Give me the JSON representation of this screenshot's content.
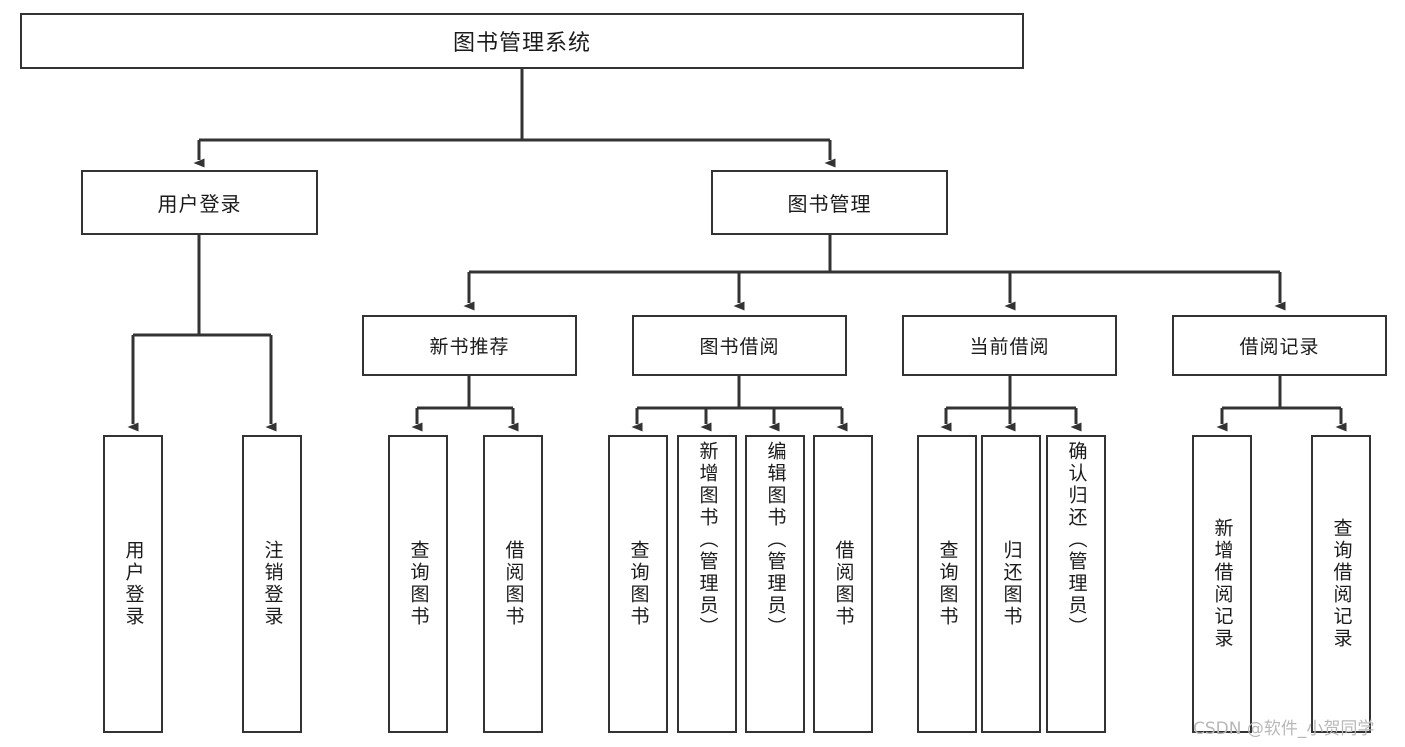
{
  "diagram": {
    "type": "tree-hierarchy",
    "title": "图书管理系统",
    "watermark": "CSDN @软件_小贺同学",
    "colors": {
      "box_border": "#333333",
      "box_fill": "#ffffff",
      "connector": "#333333",
      "text": "#1b1b1b",
      "watermark": "#b8b8b8",
      "background": "#ffffff"
    },
    "levels": {
      "root": "图书管理系统",
      "level2": [
        "用户登录",
        "图书管理"
      ],
      "level3": [
        "新书推荐",
        "图书借阅",
        "当前借阅",
        "借阅记录"
      ]
    },
    "nodes": {
      "root": {
        "label": "图书管理系统"
      },
      "user_login": {
        "label": "用户登录"
      },
      "book_manage": {
        "label": "图书管理"
      },
      "new_book_rec": {
        "label": "新书推荐"
      },
      "book_borrow": {
        "label": "图书借阅"
      },
      "current_borrow": {
        "label": "当前借阅"
      },
      "borrow_record": {
        "label": "借阅记录"
      }
    },
    "leaves": {
      "user_login": [
        {
          "label": "用户登录"
        },
        {
          "label": "注销登录"
        }
      ],
      "new_book_rec": [
        {
          "label": "查询图书"
        },
        {
          "label": "借阅图书"
        }
      ],
      "book_borrow": [
        {
          "label": "查询图书"
        },
        {
          "label": "新增图书（管理员）"
        },
        {
          "label": "编辑图书（管理员）"
        },
        {
          "label": "借阅图书"
        }
      ],
      "current_borrow": [
        {
          "label": "查询图书"
        },
        {
          "label": "归还图书"
        },
        {
          "label": "确认归还（管理员）"
        }
      ],
      "borrow_record": [
        {
          "label": "新增借阅记录"
        },
        {
          "label": "查询借阅记录"
        }
      ]
    }
  }
}
